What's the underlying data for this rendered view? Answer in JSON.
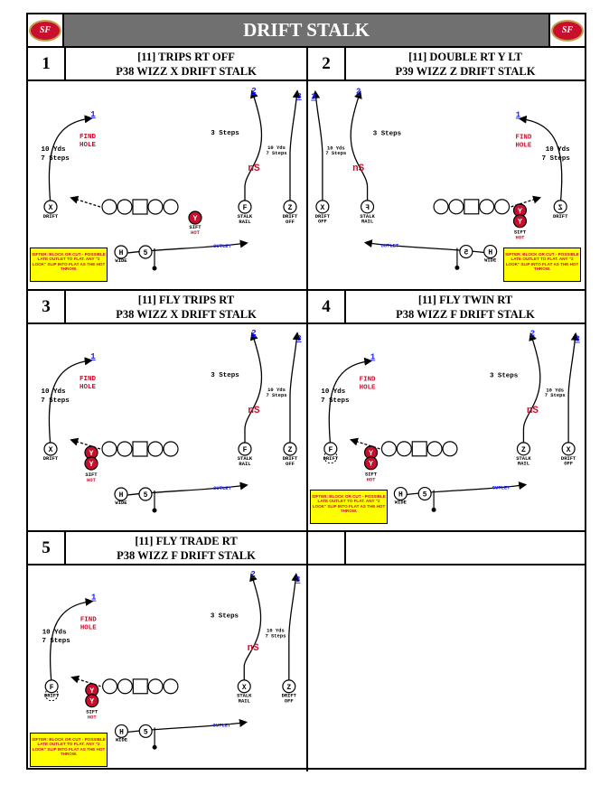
{
  "header": {
    "title": "DRIFT STALK",
    "logo_text": "SF"
  },
  "plays": [
    {
      "number": "1",
      "line1": "[11] TRIPS RT OFF",
      "line2": "P38 WIZZ X DRIFT STALK"
    },
    {
      "number": "2",
      "line1": "[11] DOUBLE RT Y LT",
      "line2": "P39 WIZZ Z DRIFT STALK"
    },
    {
      "number": "3",
      "line1": "[11] FLY TRIPS RT",
      "line2": "P38 WIZZ X DRIFT STALK"
    },
    {
      "number": "4",
      "line1": "[11] FLY TWIN RT",
      "line2": "P38 WIZZ F DRIFT STALK"
    },
    {
      "number": "5",
      "line1": "[11] FLY TRADE RT",
      "line2": "P38 WIZZ F DRIFT STALK"
    },
    {
      "number": "",
      "line1": "",
      "line2": ""
    }
  ],
  "labels": {
    "find": "FIND",
    "hole": "HOLE",
    "ten_yds": "10 Yds",
    "seven_steps": "7 Steps",
    "three_steps": "3 Steps",
    "ten_yds_small": "10 Yds",
    "seven_steps_small": "7 Steps",
    "ns": "nS",
    "drift": "DRIFT",
    "off": "OFF",
    "stalk": "STALK",
    "rail": "RAIL",
    "sift": "SIFT",
    "hot": "HOT",
    "outlet": "OUTLET",
    "wide": "WIDE",
    "n1": "1",
    "n2": "2",
    "n3": "3"
  },
  "note": "SIFTER: BLOCK OR CUT - POSSIBLE LATE OUTLET TO FLAT. ANY \"2 LOOK\" SLIP INTO FLAT AS THE HOT THROW.",
  "colors": {
    "header_bg": "#707070",
    "red": "#c8102e",
    "blue": "#1a1aff",
    "yellow": "#ffff00"
  }
}
